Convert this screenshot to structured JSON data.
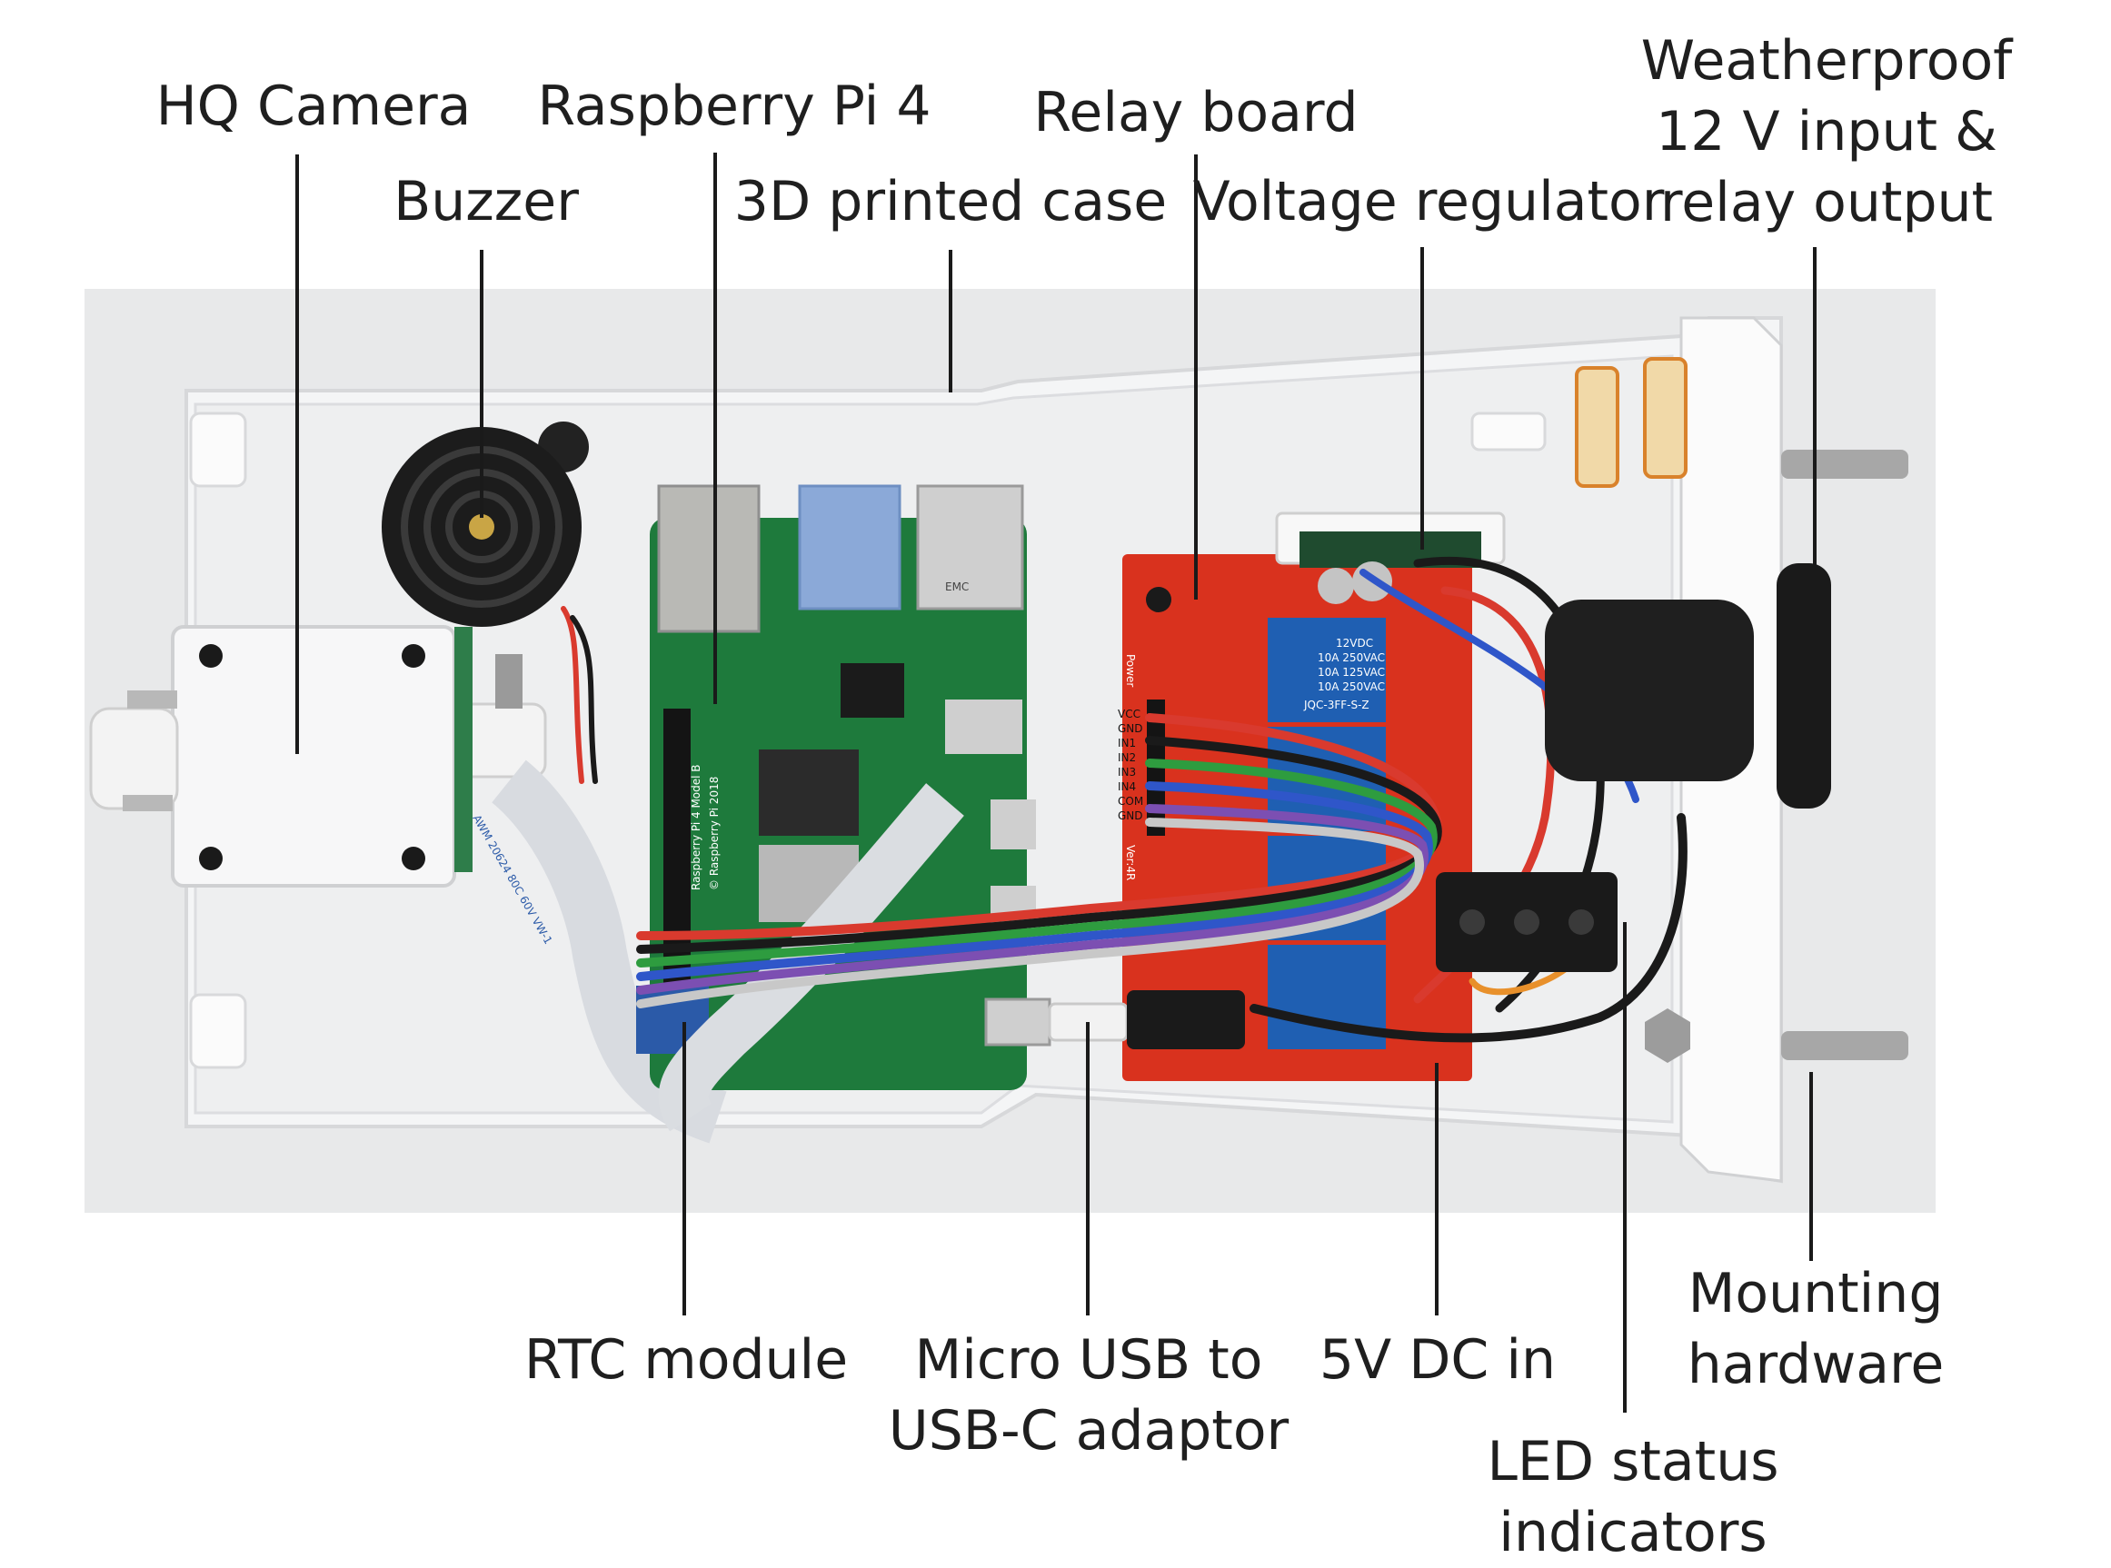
{
  "labels": {
    "hq_camera": "HQ Camera",
    "buzzer": "Buzzer",
    "raspberry_pi": "Raspberry Pi 4",
    "case": "3D printed case",
    "relay_board": "Relay board",
    "voltage_regulator": "Voltage regulator",
    "weatherproof_1": "Weatherproof",
    "weatherproof_2": "12 V input &",
    "weatherproof_3": "relay output",
    "rtc_module": "RTC module",
    "adaptor_1": "Micro USB to",
    "adaptor_2": "USB-C adaptor",
    "dc_in": "5V DC in",
    "mounting_1": "Mounting",
    "mounting_2": "hardware",
    "led_1": "LED status",
    "led_2": "indicators"
  },
  "component_text": {
    "relay_spec_1": "12VDC",
    "relay_spec_2": "10A 250VAC",
    "relay_spec_3": "10A 125VAC",
    "relay_spec_4": "10A 250VAC",
    "relay_model": "JQC-3FF-S-Z",
    "relay_pins": [
      "VCC",
      "GND",
      "IN1",
      "IN2",
      "IN3",
      "IN4",
      "COM",
      "GND"
    ],
    "relay_power": "Power",
    "relay_version": "Ver:4R",
    "pi_text": "Raspberry Pi 4 Model B",
    "pi_year": "© Raspberry Pi 2018",
    "usb_text": "EMC",
    "ribbon_text": "AWM 20624 80C 60V VW-1"
  },
  "colors": {
    "background": "#ffffff",
    "photo_backdrop": "#e8e9ea",
    "case_white": "#f4f5f6",
    "relay_pcb": "#d9321e",
    "relay_block": "#1f5fb2",
    "pi_pcb": "#1e7a3c",
    "label_text": "#1f1f1f",
    "leader_line": "#1a1a1a"
  }
}
